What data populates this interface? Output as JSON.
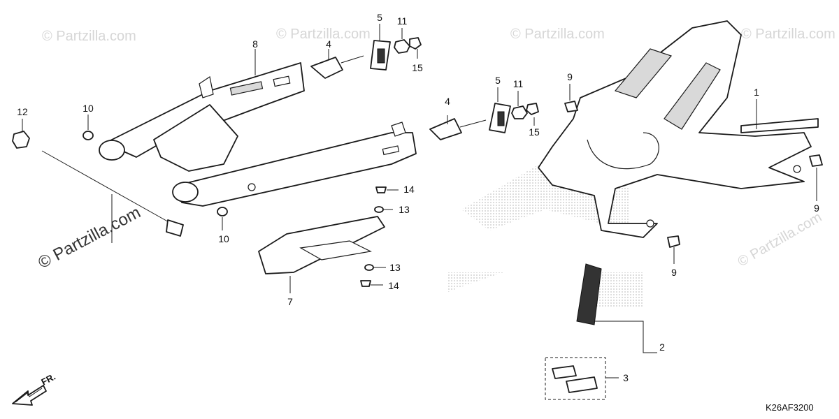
{
  "watermark": {
    "text": "© Partzilla.com",
    "main_text": "© Partzilla.com"
  },
  "diagram_code": "K26AF3200",
  "front_indicator": "FR.",
  "callouts": {
    "c1": "1",
    "c2": "2",
    "c3": "3",
    "c4a": "4",
    "c4b": "4",
    "c5a": "5",
    "c5b": "5",
    "c7": "7",
    "c8": "8",
    "c9a": "9",
    "c9b": "9",
    "c9c": "9",
    "c10a": "10",
    "c10b": "10",
    "c11a": "11",
    "c11b": "11",
    "c12": "12",
    "c13a": "13",
    "c13b": "13",
    "c14a": "14",
    "c14b": "14",
    "c15a": "15",
    "c15b": "15"
  }
}
